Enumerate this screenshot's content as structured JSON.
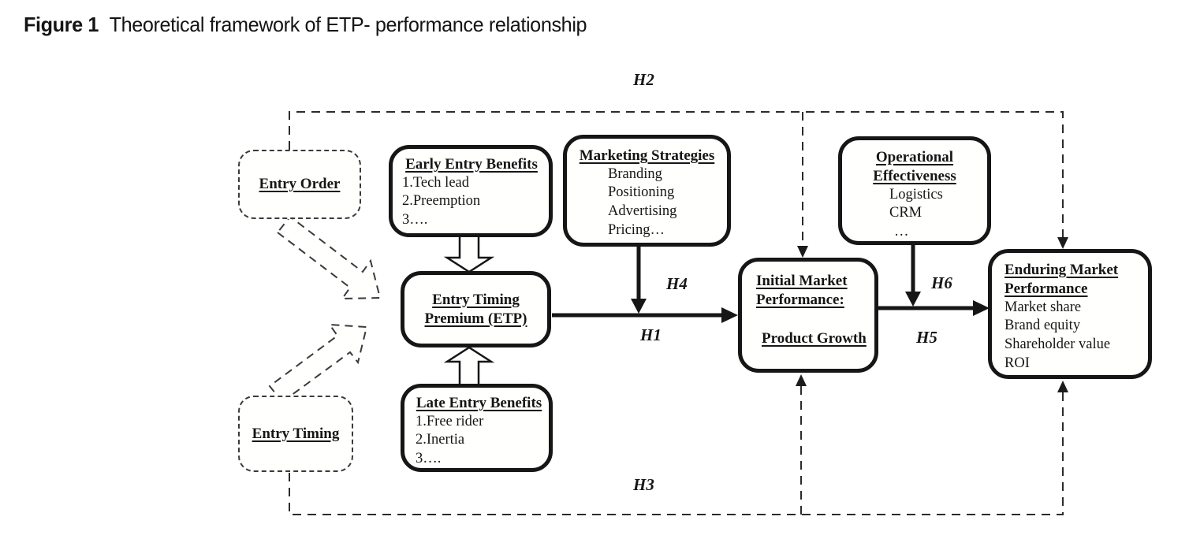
{
  "figure": {
    "label": "Figure 1",
    "caption": "Theoretical framework of ETP- performance relationship"
  },
  "boxes": {
    "entry_order": {
      "title": "Entry Order"
    },
    "entry_timing": {
      "title": "Entry Timing"
    },
    "early_entry": {
      "title": "Early Entry Benefits",
      "items": [
        "1.Tech lead",
        "2.Preemption",
        "3…."
      ]
    },
    "late_entry": {
      "title": "Late Entry Benefits",
      "items": [
        "1.Free rider",
        "2.Inertia",
        "3…."
      ]
    },
    "etp": {
      "title_line1": "Entry Timing",
      "title_line2": "Premium (ETP)"
    },
    "marketing": {
      "title": "Marketing Strategies",
      "items": [
        "Branding",
        "Positioning",
        "Advertising",
        "Pricing…"
      ]
    },
    "operational": {
      "title_line1": "Operational",
      "title_line2": "Effectiveness",
      "items": [
        "Logistics",
        "CRM",
        "…"
      ]
    },
    "initial": {
      "title_line1": "Initial Market",
      "title_line2": "Performance:",
      "subtitle": "Product Growth"
    },
    "enduring": {
      "title_line1": "Enduring Market",
      "title_line2": "Performance",
      "items": [
        "Market share",
        "Brand equity",
        "Shareholder value",
        "ROI"
      ]
    }
  },
  "hypotheses": {
    "h1": "H1",
    "h2": "H2",
    "h3": "H3",
    "h4": "H4",
    "h5": "H5",
    "h6": "H6"
  },
  "colors": {
    "line": "#1c1c1c",
    "box_fill": "#fffffe",
    "background": "#ffffff"
  }
}
